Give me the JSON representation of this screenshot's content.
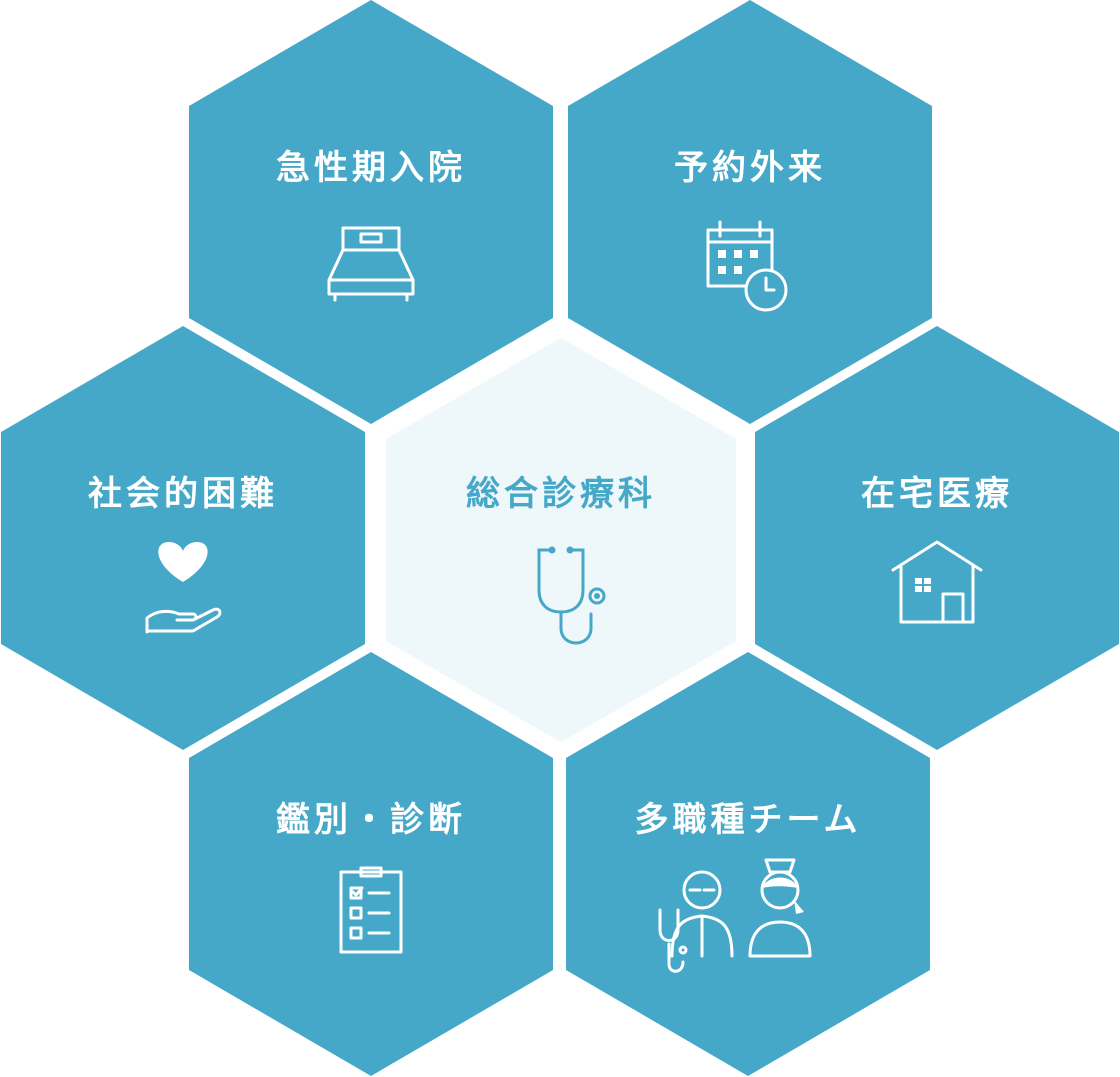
{
  "colors": {
    "hex_fill": "#45a8c8",
    "center_fill": "#eef7fa",
    "center_text": "#45a8c8",
    "gap": "#ffffff"
  },
  "center": {
    "label": "総合診療科",
    "icon": "stethoscope-icon"
  },
  "items": [
    {
      "label": "急性期入院",
      "icon": "bed-icon"
    },
    {
      "label": "予約外来",
      "icon": "calendar-clock-icon"
    },
    {
      "label": "社会的困難",
      "icon": "heart-hand-icon"
    },
    {
      "label": "在宅医療",
      "icon": "house-icon"
    },
    {
      "label": "鑑別・診断",
      "icon": "clipboard-checklist-icon"
    },
    {
      "label": "多職種チーム",
      "icon": "doctor-nurse-icon"
    }
  ]
}
